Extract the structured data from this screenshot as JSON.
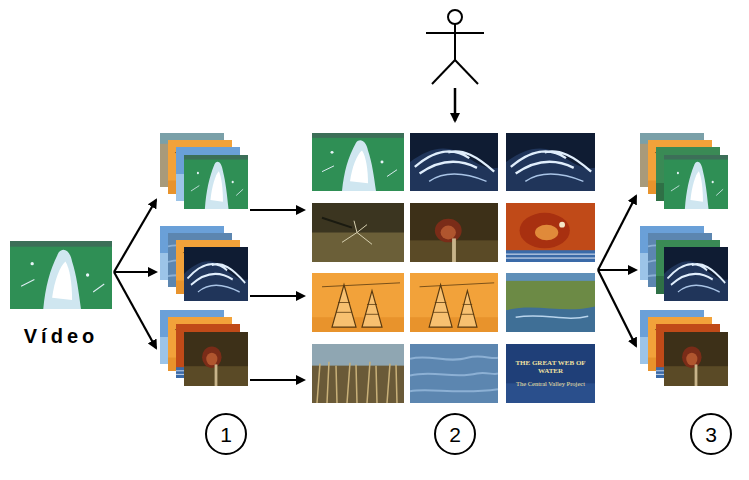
{
  "diagram": {
    "nodes": [
      {
        "text": [
          "Vídeo"
        ]
      },
      {
        "text": [
          "1"
        ]
      },
      {
        "text": [
          "2"
        ]
      },
      {
        "text": [
          "3"
        ]
      }
    ],
    "labels": [
      "THE GREAT WEB OF WATER",
      "The Central Valley Project"
    ]
  }
}
